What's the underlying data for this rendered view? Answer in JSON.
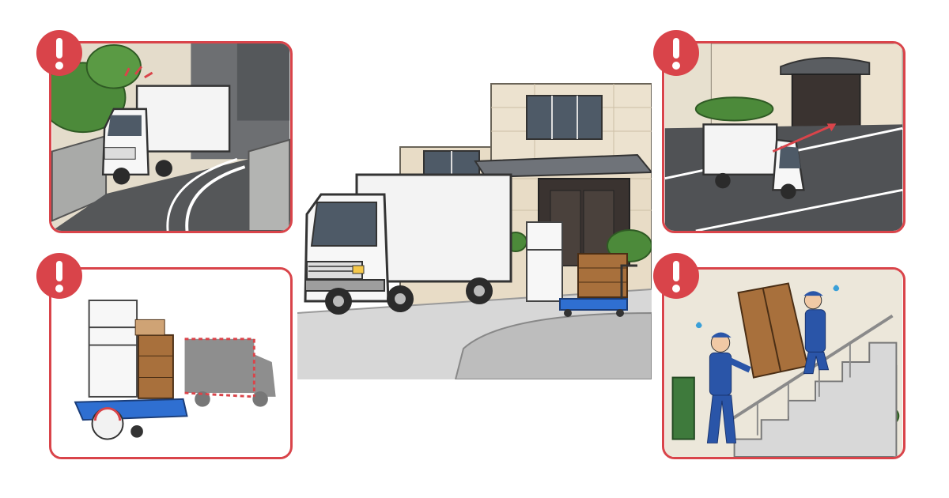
{
  "illustration": {
    "center_scene": "moving-truck-at-building",
    "panels": [
      {
        "id": "narrow-road",
        "icon": "warning-icon",
        "warning": true
      },
      {
        "id": "truck-parking",
        "icon": "warning-icon",
        "warning": true
      },
      {
        "id": "weight-capacity",
        "icon": "warning-icon",
        "warning": true
      },
      {
        "id": "stairs-carry",
        "icon": "warning-icon",
        "warning": true
      }
    ],
    "colors": {
      "warning_red": "#d9444a",
      "uniform_blue": "#2a55a8",
      "furniture_brown": "#a8703c",
      "cart_blue": "#2f6fd1",
      "truck_white": "#f3f3f3",
      "building_beige": "#e8dcc6"
    }
  }
}
